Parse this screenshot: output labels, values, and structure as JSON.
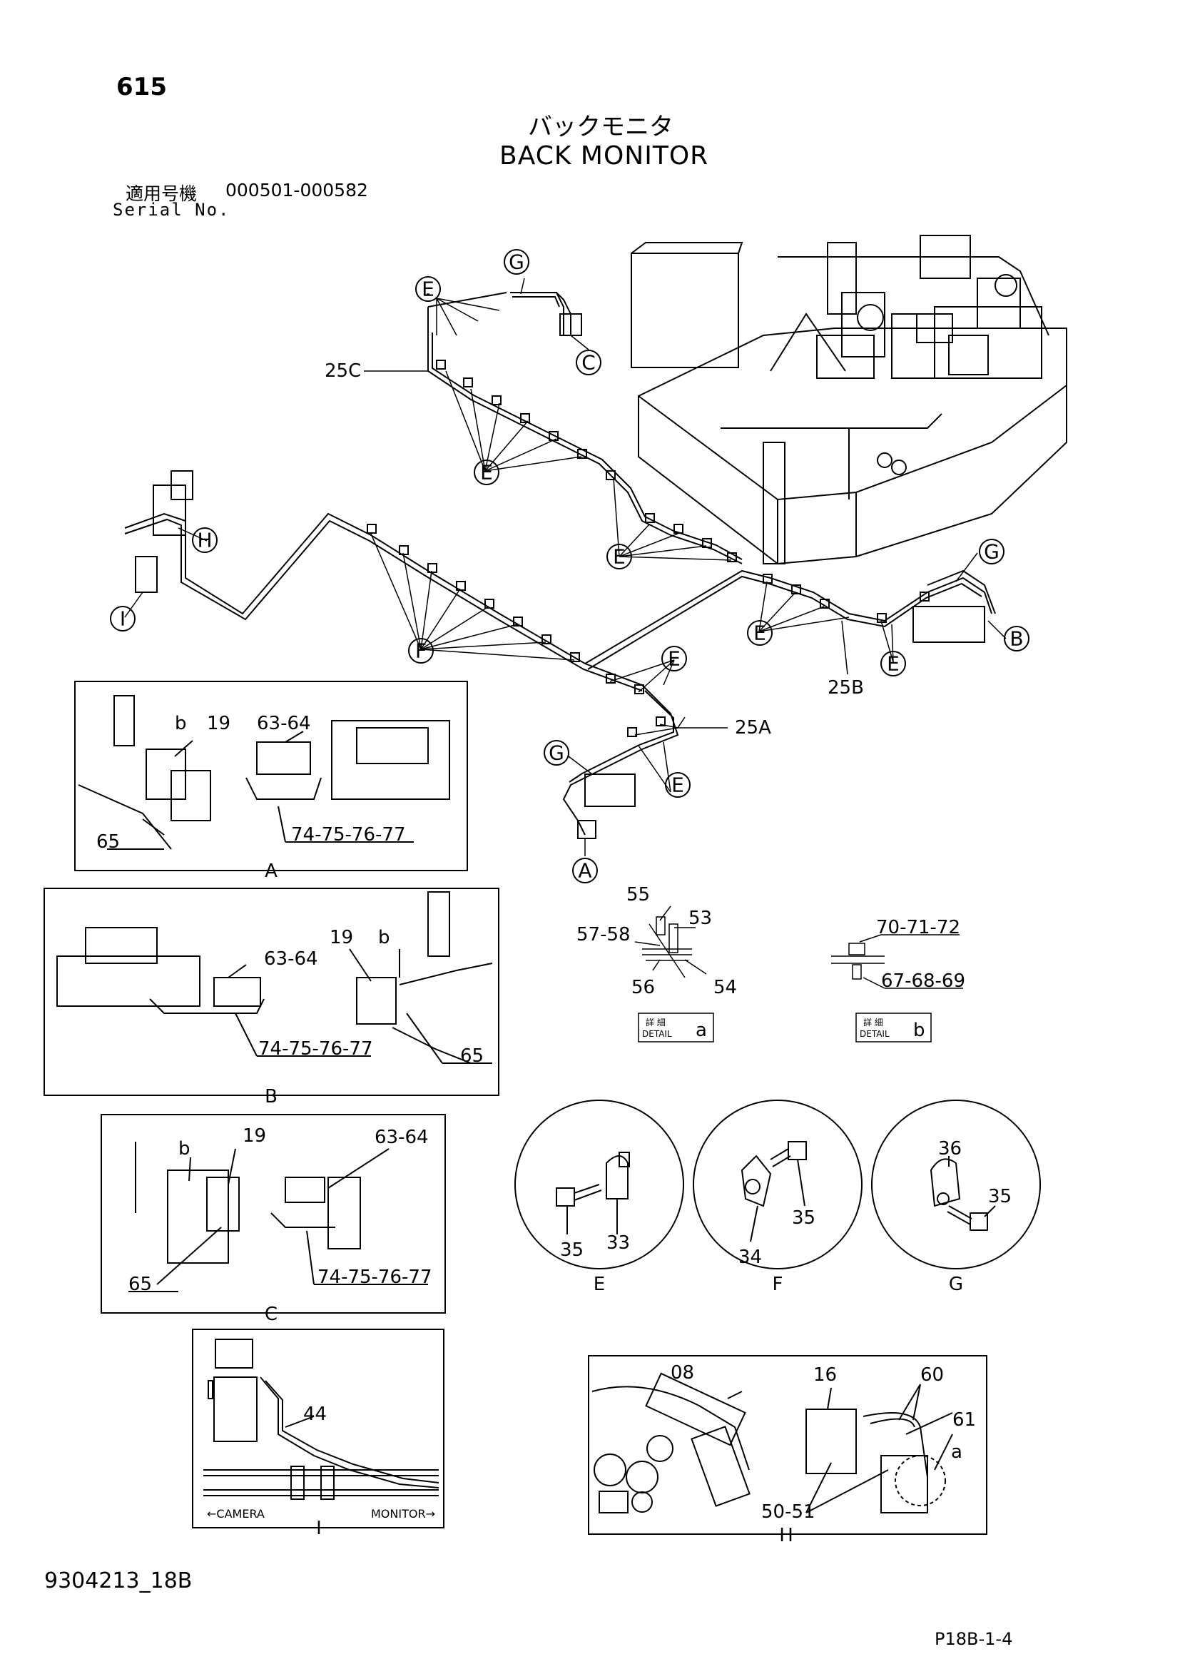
{
  "header": {
    "page_number": "615",
    "title_jp": "バックモニタ",
    "title_en": "BACK MONITOR",
    "serial_label_jp": "適用号機",
    "serial_range": "000501-000582",
    "serial_label_en": "Serial No."
  },
  "callouts": {
    "c25C": "25C",
    "c25B": "25B",
    "c25A": "25A",
    "E": "E",
    "F": "F",
    "G": "G",
    "H": "H",
    "I": "I",
    "A": "A",
    "B": "B",
    "C": "C"
  },
  "panel_a": {
    "label": "A",
    "b": "b",
    "p19": "19",
    "p6364": "63-64",
    "p65": "65",
    "p7477": "74-75-76-77"
  },
  "panel_b": {
    "label": "B",
    "p19": "19",
    "b": "b",
    "p6364": "63-64",
    "p7477": "74-75-76-77",
    "p65": "65"
  },
  "panel_c": {
    "label": "C",
    "b": "b",
    "p19": "19",
    "p6364": "63-64",
    "p65": "65",
    "p7477": "74-75-76-77"
  },
  "panel_i": {
    "label": "I",
    "p44": "44",
    "camera": "←CAMERA",
    "monitor": "MONITOR→"
  },
  "panel_h": {
    "label": "H",
    "p08": "08",
    "p16": "16",
    "p60": "60",
    "p61": "61",
    "a": "a",
    "p5051": "50-51"
  },
  "detail_a": {
    "p55": "55",
    "p53": "53",
    "p5758": "57-58",
    "p56": "56",
    "p54": "54",
    "tag_jp": "詳 細",
    "tag_en": "DETAIL",
    "tag_letter": "a"
  },
  "detail_b": {
    "p707172": "70-71-72",
    "p676869": "67-68-69",
    "tag_jp": "詳 細",
    "tag_en": "DETAIL",
    "tag_letter": "b"
  },
  "circle_e": {
    "p35": "35",
    "p33": "33",
    "label": "E"
  },
  "circle_f": {
    "p35": "35",
    "p34": "34",
    "label": "F"
  },
  "circle_g": {
    "p36": "36",
    "p35": "35",
    "label": "G"
  },
  "footer": {
    "drawing_no": "9304213_18B",
    "page_ref": "P18B-1-4"
  }
}
